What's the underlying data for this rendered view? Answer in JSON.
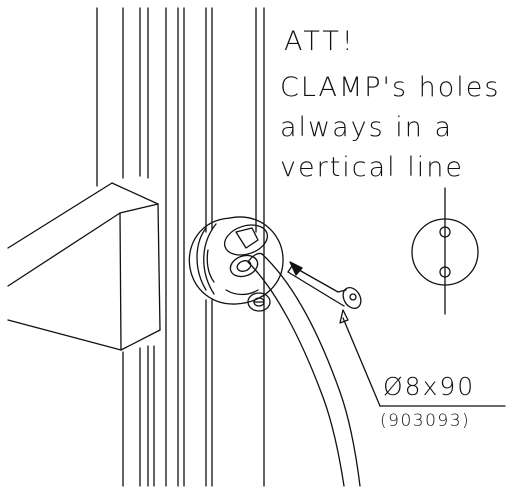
{
  "notes": {
    "title": "ATT!",
    "lines": [
      "CLAMP's holes",
      "always in a",
      "vertical line"
    ]
  },
  "screw": {
    "size": "Ø8x90",
    "article": "(903093)"
  },
  "colors": {
    "line": "#111111",
    "background": "#ffffff"
  }
}
